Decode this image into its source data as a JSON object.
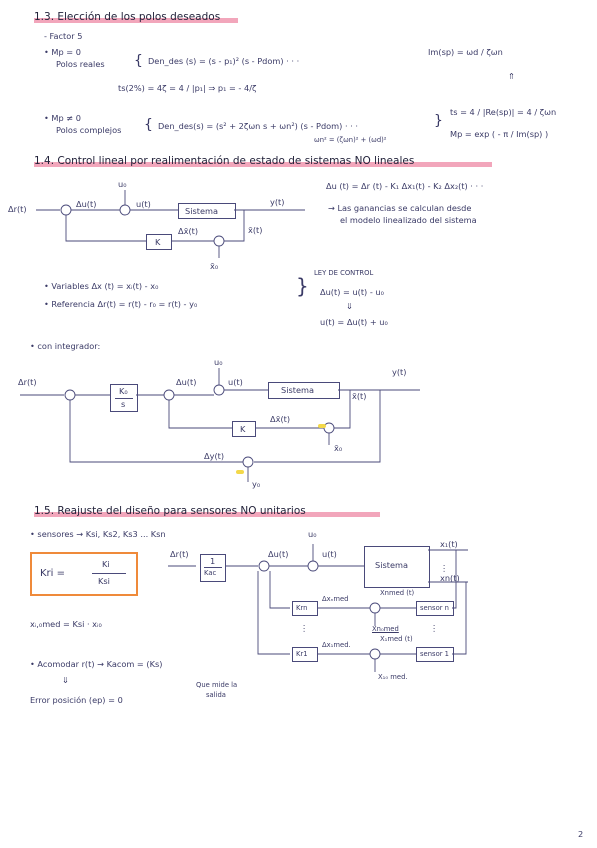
{
  "page_number": "2",
  "sec13": {
    "title": "1.3. Elección de los polos deseados",
    "factor": "- Factor 5",
    "mp0": "• Mp = 0",
    "polos_reales": "Polos reales",
    "den_real": "Den_des (s) = (s - p₁)² (s - Pdom) · · ·",
    "ts_real": "ts(2%) = 4ζ = 4 / |p₁|   ⇒ p₁ = - 4/ζ",
    "im_eq": "Im(sp) = ωd / ζωn",
    "mp_ne0": "• Mp ≠ 0",
    "polos_complejos": "Polos complejos",
    "den_complex": "Den_des(s) = (s² + 2ζωn s + ωn²) (s - Pdom) · · ·",
    "omega_eq": "ωn² = (ζωn)² + (ωd)²",
    "ts_complex": "ts = 4 / |Re(sp)| = 4 / ζωn",
    "mp_complex": "Mp = exp ( - π / Im(sp) )"
  },
  "sec14": {
    "title": "1.4. Control lineal por realimentación de estado de sistemas NO lineales",
    "eq_du": "Δu (t) = Δr (t) - K₁ Δx₁(t) - K₂ Δx₂(t) · · ·",
    "note1": "→ Las ganancias se calculan desde",
    "note2": "el modelo linealizado del sistema",
    "variables": "• Variables   Δx (t) = xᵢ(t) - x₀",
    "referencia": "• Referencia   Δr(t) = r(t) - r₀ = r(t) - y₀",
    "ley_title": "LEY DE CONTROL",
    "ley1": "Δu(t) = u(t) - u₀",
    "ley2": "⇓",
    "ley3": "u(t) = Δu(t) + u₀",
    "d1": {
      "dr": "Δr(t)",
      "du": "Δu(t)",
      "u0": "u₀",
      "u": "u(t)",
      "sistema": "Sistema",
      "y": "y(t)",
      "xbar": "x̄(t)",
      "dxbar": "Δx̄(t)",
      "k": "K",
      "x0": "x̄₀",
      "minus": "-",
      "plus": "+"
    },
    "integrador": "• con integrador:",
    "d2": {
      "dr": "Δr(t)",
      "k0": "K₀",
      "s": "s",
      "du": "Δu(t)",
      "u0": "u₀",
      "u": "u(t)",
      "sistema": "Sistema",
      "y": "y(t)",
      "xbar": "x̄(t)",
      "dxbar": "Δx̄(t)",
      "k": "K",
      "x0": "x̄₀",
      "dy": "Δy(t)",
      "y0": "y₀"
    }
  },
  "sec15": {
    "title": "1.5. Reajuste del diseño para sensores NO unitarios",
    "sensores": "• sensores → Ksi, Ks2, Ks3 ... Ksn",
    "kri_lhs": "Kri =",
    "kri_num": "Ki",
    "kri_den": "Ksi",
    "ximed": "xᵢ,₀med = Ksi · xᵢ₀",
    "acomodar": "• Acomodar  r(t) → Kacom = (Ks)",
    "mide": "Que mide la",
    "mide2": "salida",
    "arrow_down": "⇓",
    "error": "Error posición (ep) = 0",
    "d3": {
      "dr": "Δr(t)",
      "one": "1",
      "kac": "Kac",
      "du": "Δu(t)",
      "u0": "u₀",
      "u": "u(t)",
      "sistema": "Sistema",
      "x1": "x₁(t)",
      "xn": "xn(t)",
      "krn": "Krn",
      "kr1": "Kr1",
      "dxnmed": "Δxₙmed",
      "dx1med": "Δx₁med.",
      "xnmed": "Xnmed (t)",
      "xnomed": "Xn₀med",
      "sensorn": "sensor n",
      "x1med": "X₁med (t)",
      "sensor1": "sensor 1",
      "x10med": "X₁₀ med.",
      "dots": "⋮"
    }
  }
}
